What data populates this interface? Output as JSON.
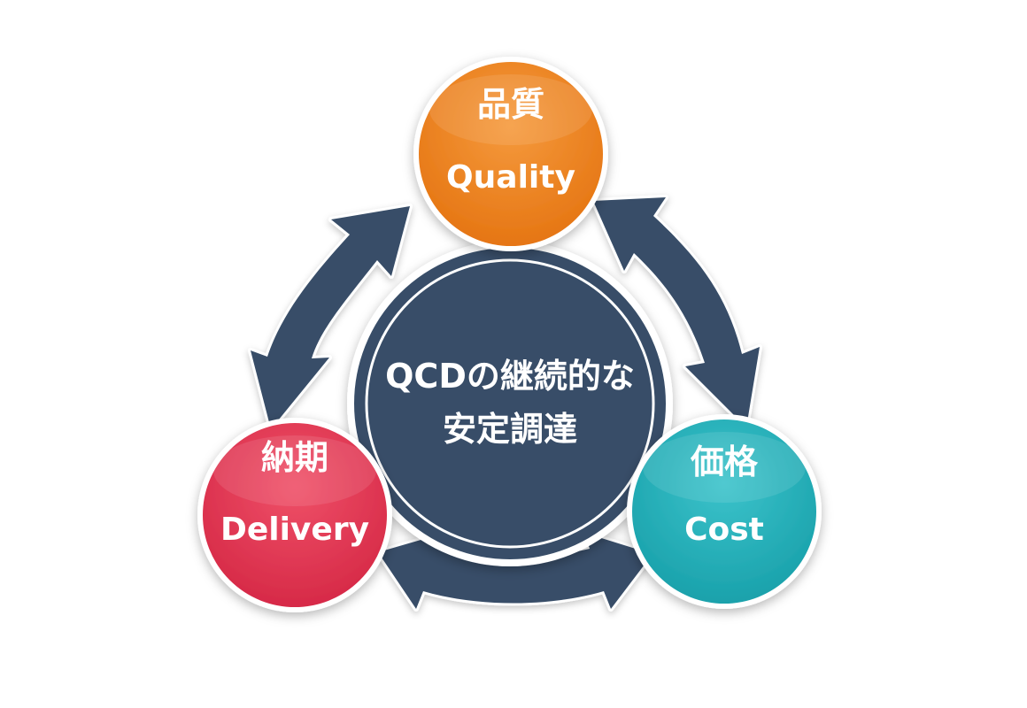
{
  "center": {
    "line1": "QCDの継続的な",
    "line2": "安定調達",
    "color": "#374e68"
  },
  "nodes": {
    "quality": {
      "jp": "品質",
      "en": "Quality",
      "color": "#ee7f1c"
    },
    "delivery": {
      "jp": "納期",
      "en": "Delivery",
      "color": "#e2344f"
    },
    "cost": {
      "jp": "価格",
      "en": "Cost",
      "color": "#20aeb7"
    }
  },
  "arrow_color": "#374e68"
}
